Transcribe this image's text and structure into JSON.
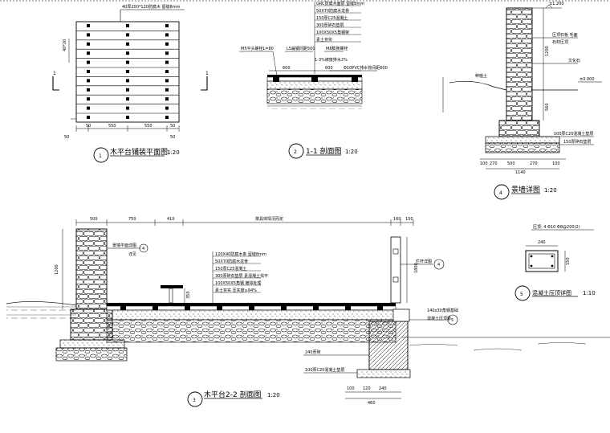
{
  "plan": {
    "note_top": "40厚200*120防腐木 留缝8mm",
    "note_left": "40*20",
    "dim_left": "50",
    "dim_mid1": "550",
    "dim_mid2": "550",
    "dim_right": "50",
    "section_mark_left": "1",
    "section_mark_right": "1",
    "title_num": "1",
    "title": "木平台铺装平面图",
    "scale": "1:20"
  },
  "sec11": {
    "notes": [
      "GRC防腐木面层 留缝8mm",
      "50X70防腐木龙骨",
      "150厚C25混凝土",
      "300厚碎石垫层",
      "100X50X5角钢架",
      "素土夯实"
    ],
    "left_note": "M5平头螺栓L=80",
    "mid_note": "L5扁钢间距500",
    "mid_note2": "M8膨胀螺栓",
    "slope": "1-3%坡度排水2%",
    "pipe": "Φ10PVC排水管间距600",
    "dim1": "600",
    "dim2": "600",
    "title_num": "2",
    "title": "1-1 剖面图",
    "scale": "1:20"
  },
  "wall": {
    "top_elev": "±1.200",
    "note_cap": "压顶石板 毛面",
    "note_cap2": "石材压顶",
    "note_face": "文化石",
    "note_soil": "种植土",
    "elev": "±0.000",
    "dim_v1": "1200",
    "dim_v2": "560",
    "layer1": "100厚C20混凝土垫层",
    "layer2": "150厚碎石垫层",
    "dims": [
      "100",
      "270",
      "500",
      "270",
      "100"
    ],
    "total": "1140",
    "title_num": "4",
    "title": "景墙详图",
    "scale": "1:20"
  },
  "sec22": {
    "dims_top": [
      "500",
      "750",
      "410",
      "按具体情况而定",
      "160",
      "150"
    ],
    "dim_left": "1200",
    "label_wall": "景墙平面详图",
    "label_wall_num": "4",
    "label_railing": "栏杆详图",
    "label_railing2": "详见",
    "notes": [
      "120X40防腐木条 留缝8mm",
      "50X70防腐木龙骨",
      "150厚C25混凝土",
      "300厚碎石垫层 素混凝土找平",
      "100X50X5角钢 镀锌处理",
      "素土夯实 压实度≥94%"
    ],
    "dim_v_left": "350",
    "dim_v_right": "1800",
    "detail_num": "4",
    "detail_num2": "5",
    "beam_note": "140x30角钢基础",
    "beam_note2": "混凝土压顶梁",
    "thick_note": "240厚砖",
    "pad_note": "100厚C20混凝土垫层",
    "dims_bottom": [
      "100",
      "120",
      "240"
    ],
    "total": "460",
    "title_num": "3",
    "title": "木平台2-2 剖面图",
    "scale": "1:20"
  },
  "beam": {
    "top_note": "压顶: 4 Φ10 Φ8@200(2)",
    "dim_w": "240",
    "dim_h": "150",
    "title_num": "5",
    "title": "混凝土压顶详图",
    "scale": "1:10"
  }
}
